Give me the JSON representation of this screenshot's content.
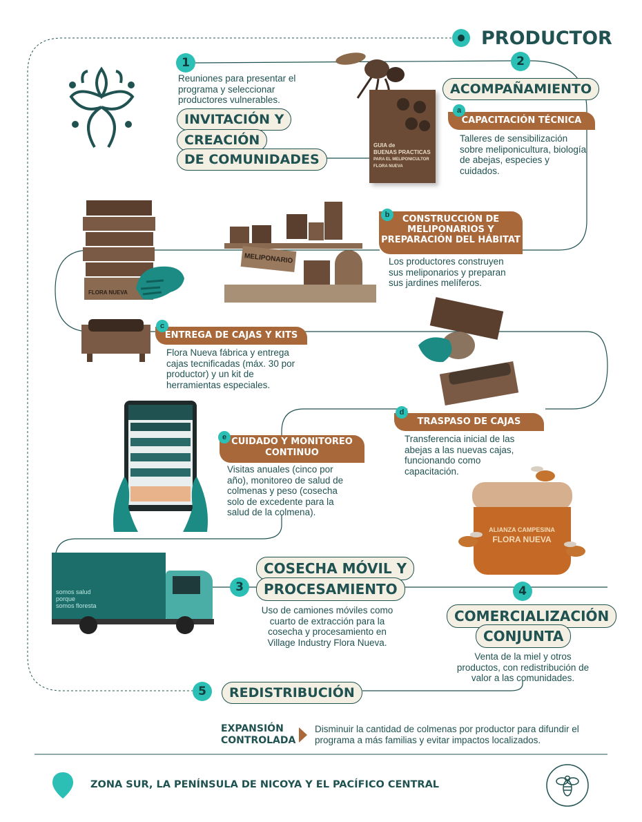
{
  "header": {
    "title": "PRODUCTOR"
  },
  "steps": [
    {
      "num": "1",
      "title_lines": [
        "INVITACIÓN Y",
        "CREACIÓN",
        "DE COMUNIDADES"
      ],
      "desc": "Reuniones para presentar el programa y seleccionar productores vulnerables."
    },
    {
      "num": "2",
      "title_lines": [
        "ACOMPAÑAMIENTO"
      ]
    },
    {
      "num": "3",
      "title_lines": [
        "COSECHA MÓVIL Y",
        "PROCESAMIENTO"
      ],
      "desc": "Uso de camiones móviles como cuarto de extracción para la cosecha y procesamiento en Village Industry Flora Nueva."
    },
    {
      "num": "4",
      "title_lines": [
        "COMERCIALIZACIÓN",
        "CONJUNTA"
      ],
      "desc": "Venta de la miel y otros productos, con redistribución de valor a las comunidades."
    },
    {
      "num": "5",
      "title_lines": [
        "REDISTRIBUCIÓN"
      ]
    }
  ],
  "substeps": [
    {
      "letter": "a",
      "title_lines": [
        "CAPACITACIÓN TÉCNICA"
      ],
      "desc": "Talleres de sensibilización sobre meliponicultura, biología de abejas, especies y cuidados."
    },
    {
      "letter": "b",
      "title_lines": [
        "CONSTRUCCIÓN DE",
        "MELIPONARIOS Y",
        "PREPARACIÓN DEL HÁBITAT"
      ],
      "desc": "Los productores construyen sus meliponarios y preparan sus jardines melíferos."
    },
    {
      "letter": "c",
      "title_lines": [
        "ENTREGA DE CAJAS Y KITS"
      ],
      "desc": "Flora Nueva fábrica y entrega cajas tecnificadas (máx. 30 por productor) y un kit de herramientas especiales."
    },
    {
      "letter": "d",
      "title_lines": [
        "TRASPASO DE CAJAS"
      ],
      "desc": "Transferencia inicial de las abejas a las nuevas cajas, funcionando como capacitación."
    },
    {
      "letter": "e",
      "title_lines": [
        "CUIDADO Y MONITOREO",
        "CONTINUO"
      ],
      "desc": "Visitas anuales (cinco por año), monitoreo de salud de colmenas y peso (cosecha solo de excedente para la salud de la colmena)."
    }
  ],
  "expansion": {
    "label_lines": [
      "EXPANSIÓN",
      "CONTROLADA"
    ],
    "desc": "Disminuir la cantidad de colmenas por productor para difundir el programa a más familias y evitar impactos localizados."
  },
  "footer": {
    "location": "ZONA SUR, LA PENÍNSULA DE NICOYA Y EL PACÍFICO CENTRAL"
  },
  "illustrations": {
    "book": {
      "lines": [
        "GUIA de",
        "BUENAS PRACTICAS",
        "PARA EL MELIPONICULTOR",
        "FLORA NUEVA"
      ]
    },
    "meliponario_sign": "MELIPONARIO",
    "box_brand": "FLORA NUEVA",
    "jar": {
      "lines": [
        "ALIANZA CAMPESINA",
        "FLORA NUEVA"
      ]
    },
    "truck": {
      "lines": [
        "somos salud",
        "porque",
        "somos floresta"
      ]
    }
  },
  "icons": {
    "logo": "flora-nueva-leaf-logo-icon",
    "location": "map-pin-icon",
    "bee": "bee-icon",
    "arrow": "triangle-right-icon"
  },
  "colors": {
    "teal_dark": "#1f5251",
    "teal_accent": "#2bbfb5",
    "brown": "#a8683a",
    "cream": "#f4efe3"
  }
}
